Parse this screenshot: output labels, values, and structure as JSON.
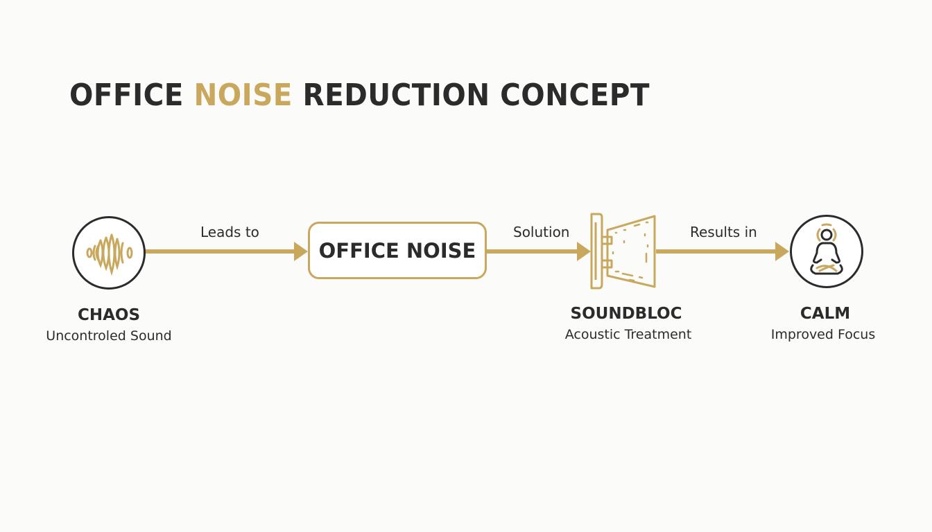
{
  "title": {
    "prefix": "OFFICE ",
    "highlight": "NOISE",
    "suffix": " REDUCTION CONCEPT"
  },
  "colors": {
    "accent": "#c9a85e",
    "text": "#2b2b2b",
    "background": "#fbfbfa"
  },
  "nodes": [
    {
      "id": "chaos",
      "icon": "sound-waves-icon",
      "title": "CHAOS",
      "subtitle": "Uncontroled Sound"
    },
    {
      "id": "office-noise",
      "label": "OFFICE NOISE"
    },
    {
      "id": "soundbloc",
      "icon": "acoustic-panel-icon",
      "title": "SOUNDBLOC",
      "subtitle": "Acoustic Treatment"
    },
    {
      "id": "calm",
      "icon": "meditation-icon",
      "title": "CALM",
      "subtitle": "Improved Focus"
    }
  ],
  "edges": [
    {
      "from": "chaos",
      "to": "office-noise",
      "label": "Leads to"
    },
    {
      "from": "office-noise",
      "to": "soundbloc",
      "label": "Solution"
    },
    {
      "from": "soundbloc",
      "to": "calm",
      "label": "Results in"
    }
  ]
}
